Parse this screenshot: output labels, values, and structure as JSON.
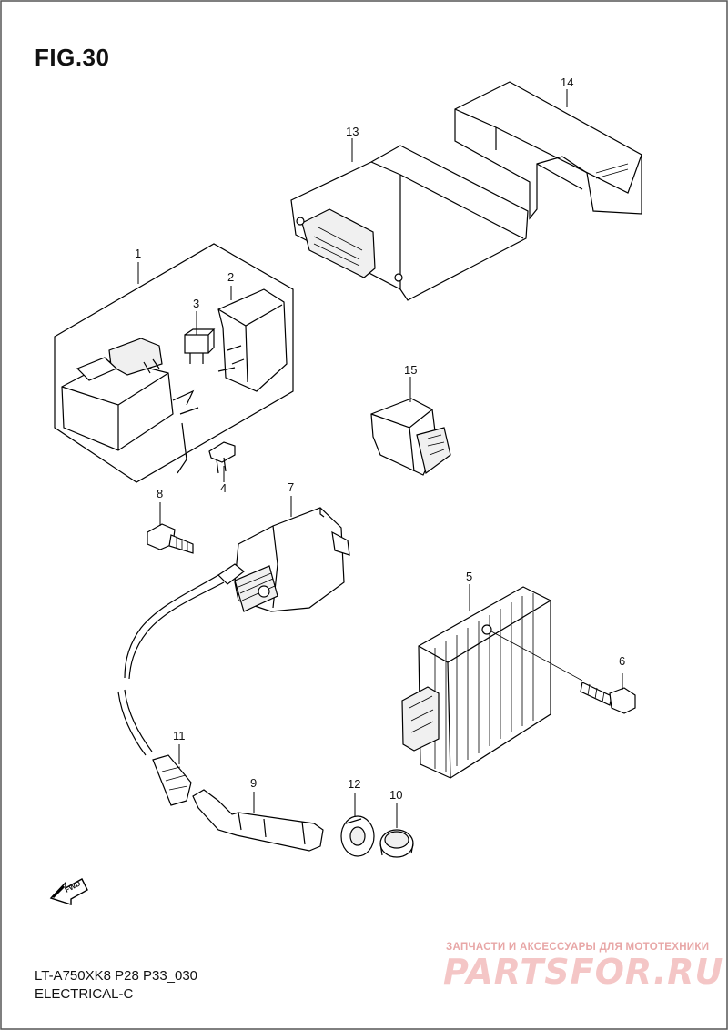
{
  "figure": {
    "title": "FIG.30"
  },
  "parts": [
    {
      "ref": "1"
    },
    {
      "ref": "2"
    },
    {
      "ref": "3"
    },
    {
      "ref": "4"
    },
    {
      "ref": "5"
    },
    {
      "ref": "6"
    },
    {
      "ref": "7"
    },
    {
      "ref": "8"
    },
    {
      "ref": "9"
    },
    {
      "ref": "10"
    },
    {
      "ref": "11"
    },
    {
      "ref": "12"
    },
    {
      "ref": "13"
    },
    {
      "ref": "14"
    },
    {
      "ref": "15"
    }
  ],
  "direction_marker": {
    "label": "FWD"
  },
  "footer": {
    "model_code": "LT-A750XK8 P28 P33_030",
    "section": "ELECTRICAL-C"
  },
  "watermark": {
    "tagline": "ЗАПЧАСТИ И АКСЕССУАРЫ ДЛЯ МОТОТЕХНИКИ",
    "brand": "PARTSFOR.RU",
    "color": "#e8a7a7"
  }
}
